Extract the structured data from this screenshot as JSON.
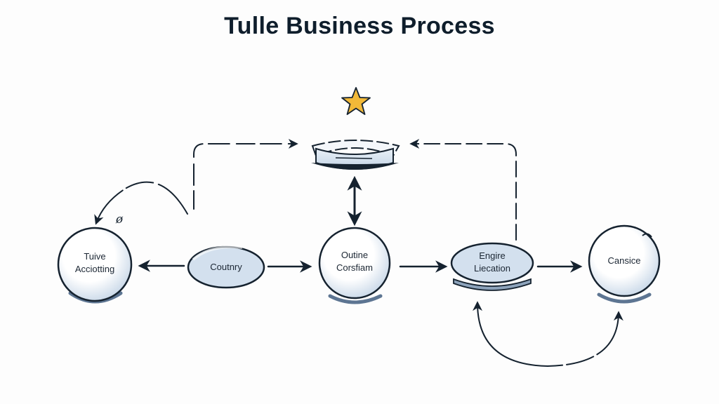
{
  "title": "Tulle Business Process",
  "colors": {
    "ink": "#15222f",
    "node_fill": "#ffffff",
    "node_shade": "#cfdcea",
    "node_base": "#5d7592",
    "star": "#f2b938",
    "background": "#fdfdfd"
  },
  "nodes": [
    {
      "id": "tuive-acciotting",
      "shape": "circle",
      "lines": [
        "Tuive",
        "Acciotting"
      ]
    },
    {
      "id": "coutnry",
      "shape": "ellipse",
      "lines": [
        "Coutnry"
      ]
    },
    {
      "id": "outine-corsfiam",
      "shape": "circle",
      "lines": [
        "Outine",
        "Corsfiam"
      ]
    },
    {
      "id": "engire-liecation",
      "shape": "ellipse",
      "lines": [
        "Engire",
        "Liecation"
      ]
    },
    {
      "id": "cansice",
      "shape": "circle",
      "lines": [
        "Cansice"
      ]
    },
    {
      "id": "pillow-hub",
      "shape": "pillow",
      "lines": [],
      "icon": "star-icon"
    }
  ],
  "edges": [
    {
      "from": "coutnry",
      "to": "tuive-acciotting",
      "style": "solid"
    },
    {
      "from": "coutnry",
      "to": "outine-corsfiam",
      "style": "solid"
    },
    {
      "from": "outine-corsfiam",
      "to": "engire-liecation",
      "style": "solid"
    },
    {
      "from": "engire-liecation",
      "to": "cansice",
      "style": "solid"
    },
    {
      "from": "outine-corsfiam",
      "to": "pillow-hub",
      "style": "solid",
      "bidirectional": true
    },
    {
      "from": "coutnry",
      "to": "pillow-hub",
      "style": "dashed"
    },
    {
      "from": "engire-liecation",
      "to": "pillow-hub",
      "style": "dashed"
    },
    {
      "from": "coutnry",
      "to": "tuive-acciotting",
      "style": "dashed-curve"
    },
    {
      "from": "cansice",
      "to": "engire-liecation",
      "style": "dashed-loop",
      "bidirectional": true
    }
  ],
  "annotations": [
    {
      "near": "tuive-acciotting",
      "text": "ø"
    }
  ]
}
